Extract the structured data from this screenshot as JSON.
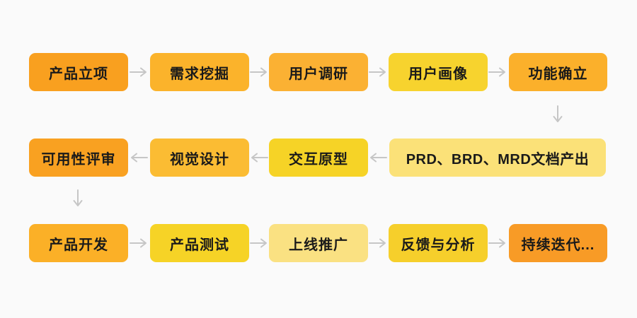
{
  "canvas": {
    "background": "#FAFAFA",
    "text_color": "#1A1A1A",
    "arrow_color": "#C6C6C6"
  },
  "flow": {
    "title": "product-development-process-flowchart",
    "nodes": [
      {
        "id": "project-initiation",
        "label": "产品立项",
        "fill": "#F9A01F"
      },
      {
        "id": "requirement-mining",
        "label": "需求挖掘",
        "fill": "#FBB32B"
      },
      {
        "id": "user-research",
        "label": "用户调研",
        "fill": "#FBB133"
      },
      {
        "id": "user-persona",
        "label": "用户画像",
        "fill": "#F7D32E"
      },
      {
        "id": "feature-definition",
        "label": "功能确立",
        "fill": "#FBB02B"
      },
      {
        "id": "prd-brd-mrd-output",
        "label": "PRD、BRD、MRD文档产出",
        "fill": "#FBE178"
      },
      {
        "id": "interaction-prototype",
        "label": "交互原型",
        "fill": "#F6D326"
      },
      {
        "id": "visual-design",
        "label": "视觉设计",
        "fill": "#FBBC33"
      },
      {
        "id": "usability-review",
        "label": "可用性评审",
        "fill": "#F9A121"
      },
      {
        "id": "product-development",
        "label": "产品开发",
        "fill": "#FBB027"
      },
      {
        "id": "product-testing",
        "label": "产品测试",
        "fill": "#F6D326"
      },
      {
        "id": "launch-promotion",
        "label": "上线推广",
        "fill": "#FAE182"
      },
      {
        "id": "feedback-analysis",
        "label": "反馈与分析",
        "fill": "#F6CF2B"
      },
      {
        "id": "continuous-iteration",
        "label": "持续迭代...",
        "fill": "#F89B26"
      }
    ]
  }
}
